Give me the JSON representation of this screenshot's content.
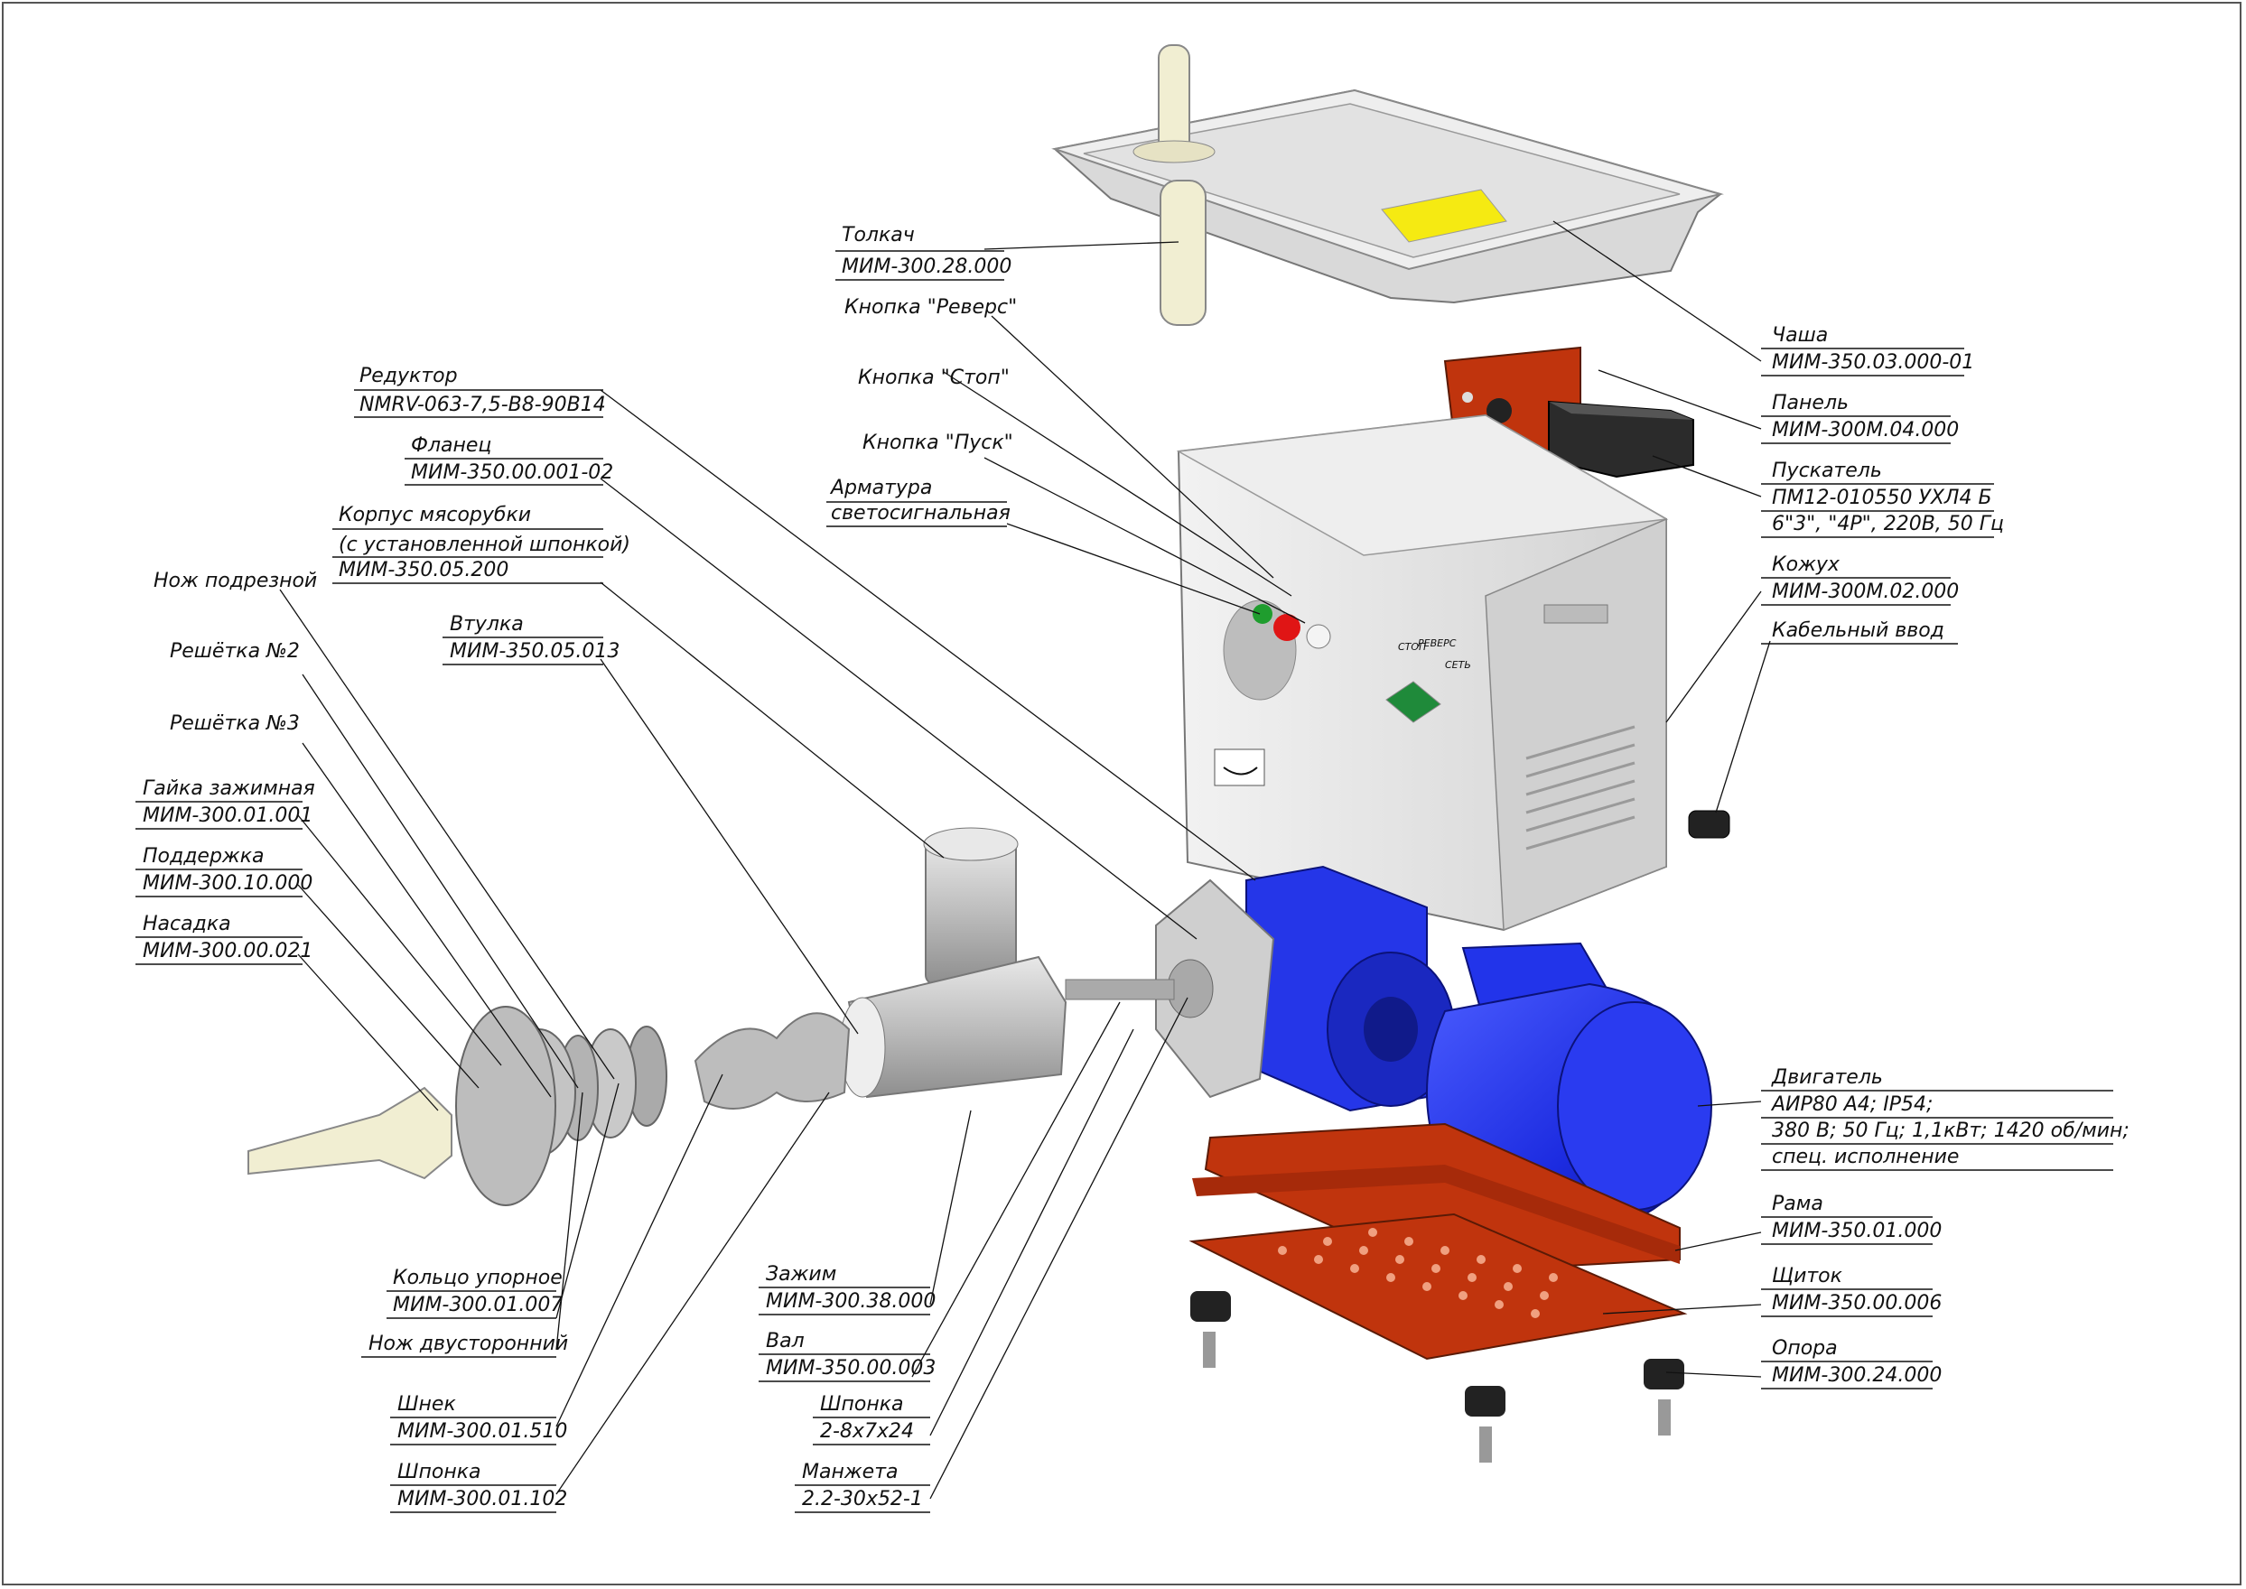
{
  "callouts": [
    {
      "id": "tolkach",
      "lines": [
        "Толкач",
        "МИМ-300.28.000"
      ]
    },
    {
      "id": "knopka-revers",
      "lines": [
        "Кнопка \"Реверс\""
      ]
    },
    {
      "id": "knopka-stop",
      "lines": [
        "Кнопка \"Стоп\""
      ]
    },
    {
      "id": "knopka-pusk",
      "lines": [
        "Кнопка \"Пуск\""
      ]
    },
    {
      "id": "armatura",
      "lines": [
        "Арматура",
        "светосигнальная"
      ]
    },
    {
      "id": "reduktor",
      "lines": [
        "Редуктор",
        "NMRV-063-7,5-B8-90B14"
      ]
    },
    {
      "id": "flanets",
      "lines": [
        "Фланец",
        "МИМ-350.00.001-02"
      ]
    },
    {
      "id": "korpus",
      "lines": [
        "Корпус мясорубки",
        "(с установленной шпонкой)",
        "МИМ-350.05.200"
      ]
    },
    {
      "id": "vtulka",
      "lines": [
        "Втулка",
        "МИМ-350.05.013"
      ]
    },
    {
      "id": "nozh-podreznoy",
      "lines": [
        "Нож подрезной"
      ]
    },
    {
      "id": "reshetka-2",
      "lines": [
        "Решётка №2"
      ]
    },
    {
      "id": "reshetka-3",
      "lines": [
        "Решётка №3"
      ]
    },
    {
      "id": "gayka",
      "lines": [
        "Гайка зажимная",
        "МИМ-300.01.001"
      ]
    },
    {
      "id": "podderzhka",
      "lines": [
        "Поддержка",
        "МИМ-300.10.000"
      ]
    },
    {
      "id": "nasadka",
      "lines": [
        "Насадка",
        "МИМ-300.00.021"
      ]
    },
    {
      "id": "koltso",
      "lines": [
        "Кольцо упорное",
        "МИМ-300.01.007"
      ]
    },
    {
      "id": "nozh-dvust",
      "lines": [
        "Нож двусторонний"
      ]
    },
    {
      "id": "shnek",
      "lines": [
        "Шнек",
        "МИМ-300.01.510"
      ]
    },
    {
      "id": "shponka-1",
      "lines": [
        "Шпонка",
        "МИМ-300.01.102"
      ]
    },
    {
      "id": "zazhim",
      "lines": [
        "Зажим",
        "МИМ-300.38.000"
      ]
    },
    {
      "id": "val",
      "lines": [
        "Вал",
        "МИМ-350.00.003"
      ]
    },
    {
      "id": "shponka-2",
      "lines": [
        "Шпонка",
        "2-8х7х24"
      ]
    },
    {
      "id": "manzheta",
      "lines": [
        "Манжета",
        "2.2-30х52-1"
      ]
    },
    {
      "id": "chasha",
      "lines": [
        "Чаша",
        "МИМ-350.03.000-01"
      ]
    },
    {
      "id": "panel",
      "lines": [
        "Панель",
        "МИМ-300М.04.000"
      ]
    },
    {
      "id": "puskatel",
      "lines": [
        "Пускатель",
        "ПМ12-010550 УХЛ4 Б",
        "6\"3\", \"4Р\", 220В, 50 Гц"
      ]
    },
    {
      "id": "kozhukh",
      "lines": [
        "Кожух",
        "МИМ-300М.02.000"
      ]
    },
    {
      "id": "kabelny-vvod",
      "lines": [
        "Кабельный ввод"
      ]
    },
    {
      "id": "dvigatel",
      "lines": [
        "Двигатель",
        "АИР80 А4; IP54;",
        "380 В; 50 Гц; 1,1кВт; 1420 об/мин;",
        "спец. исполнение"
      ]
    },
    {
      "id": "rama",
      "lines": [
        "Рама",
        "МИМ-350.01.000"
      ]
    },
    {
      "id": "shchitok",
      "lines": [
        "Щиток",
        "МИМ-350.00.006"
      ]
    },
    {
      "id": "opora",
      "lines": [
        "Опора",
        "МИМ-300.24.000"
      ]
    }
  ],
  "panel_labels": {
    "stop": "СТОП",
    "revers": "РЕВЕРС",
    "set": "СЕТЬ"
  },
  "colors": {
    "motor": "#1c2be0",
    "frame": "#c0340d",
    "housing": "#e6e6e6",
    "grinder": "#c8c8c8",
    "plastic": "#f3f0d6"
  }
}
